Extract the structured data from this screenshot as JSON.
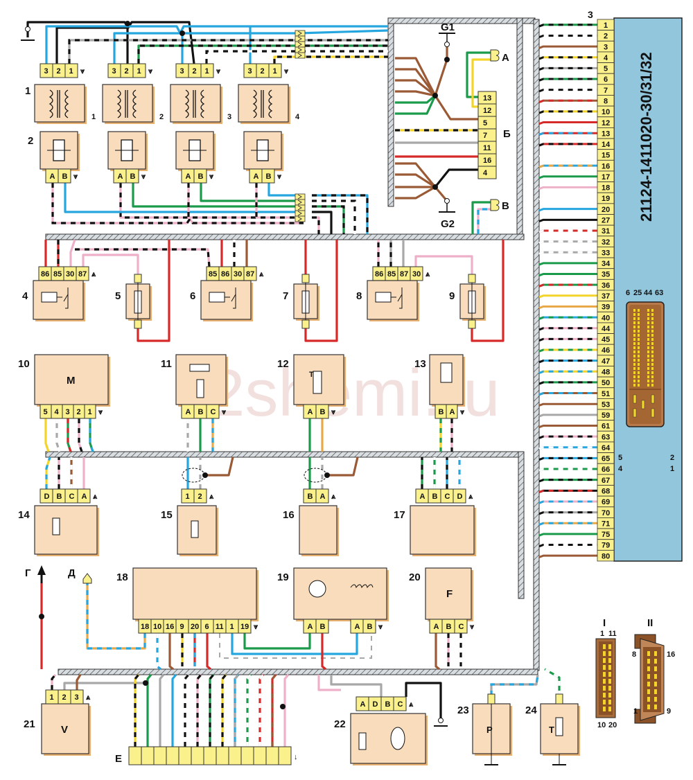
{
  "diagram": {
    "watermark": "2shemi.ru",
    "colors": {
      "component_fill": "#f8dcbc",
      "connector_fill": "#faf08c",
      "ecu_fill": "#92c6dc",
      "harness": "#c8c8c8",
      "blue": "#26a6de",
      "black": "#111111",
      "green": "#1a9a4a",
      "brown": "#9a5a36",
      "red": "#d62a2a",
      "yellow": "#f2d42a",
      "pink": "#eeb0c8",
      "gray": "#a8a8a8",
      "orange": "#e8a848",
      "white": "#ffffff"
    },
    "ecu": {
      "number": "3",
      "part_number": "21124-1411020-30/31/32",
      "pins": [
        "1",
        "2",
        "3",
        "4",
        "5",
        "6",
        "7",
        "8",
        "10",
        "12",
        "13",
        "14",
        "15",
        "16",
        "17",
        "18",
        "19",
        "20",
        "27",
        "31",
        "32",
        "33",
        "34",
        "35",
        "36",
        "37",
        "39",
        "40",
        "44",
        "45",
        "46",
        "47",
        "48",
        "50",
        "51",
        "53",
        "59",
        "61",
        "63",
        "64",
        "65",
        "66",
        "67",
        "68",
        "69",
        "70",
        "71",
        "75",
        "79",
        "80"
      ],
      "connector_top_labels": [
        "6",
        "25",
        "44",
        "63"
      ],
      "connector_side_labels": {
        "left_top": "5",
        "left_bottom": "4",
        "right_top": "2",
        "right_bottom": "1"
      }
    },
    "ground_labels": {
      "g1": "G1",
      "g2": "G2"
    },
    "side_connector": {
      "label": "Б",
      "pins": [
        "13",
        "12",
        "5",
        "7",
        "11",
        "16",
        "4"
      ]
    },
    "outputs": {
      "a": "А",
      "b": "В",
      "g": "Г",
      "d": "Д",
      "e": "Е"
    },
    "components": [
      {
        "id": "1",
        "name": "ignition-coil",
        "pins": [
          "3",
          "2",
          "1"
        ],
        "cylinders": [
          "1",
          "2",
          "3",
          "4"
        ]
      },
      {
        "id": "2",
        "name": "injector",
        "pins": [
          "A",
          "B"
        ]
      },
      {
        "id": "4",
        "name": "relay",
        "pins": [
          "86",
          "85",
          "30",
          "87"
        ]
      },
      {
        "id": "5",
        "name": "fuse",
        "pins": []
      },
      {
        "id": "6",
        "name": "relay",
        "pins": [
          "85",
          "86",
          "30",
          "87"
        ]
      },
      {
        "id": "7",
        "name": "fuse",
        "pins": []
      },
      {
        "id": "8",
        "name": "relay",
        "pins": [
          "86",
          "85",
          "87",
          "30"
        ]
      },
      {
        "id": "9",
        "name": "fuse",
        "pins": []
      },
      {
        "id": "10",
        "name": "motor",
        "symbol": "M",
        "pins": [
          "5",
          "4",
          "3",
          "2",
          "1"
        ]
      },
      {
        "id": "11",
        "name": "throttle-position-sensor",
        "pins": [
          "A",
          "B",
          "C"
        ]
      },
      {
        "id": "12",
        "name": "coolant-temp-sensor",
        "pins": [
          "A",
          "B"
        ]
      },
      {
        "id": "13",
        "name": "sensor",
        "pins": [
          "B",
          "A"
        ]
      },
      {
        "id": "14",
        "name": "oxygen-sensor",
        "pins": [
          "D",
          "B",
          "C",
          "A"
        ]
      },
      {
        "id": "15",
        "name": "knock-sensor",
        "pins": [
          "1",
          "2"
        ]
      },
      {
        "id": "16",
        "name": "crankshaft-sensor",
        "pins": [
          "B",
          "A"
        ]
      },
      {
        "id": "17",
        "name": "idle-air-controller",
        "pins": [
          "A",
          "B",
          "C",
          "D"
        ]
      },
      {
        "id": "18",
        "name": "instrument-cluster",
        "pins": [
          "18",
          "10",
          "16",
          "9",
          "20",
          "6",
          "11",
          "1",
          "19"
        ]
      },
      {
        "id": "19",
        "name": "immobilizer",
        "pins": [
          "A",
          "B",
          "A",
          "B"
        ]
      },
      {
        "id": "20",
        "name": "fuel-pump",
        "symbol": "F",
        "pins": [
          "A",
          "B",
          "C"
        ]
      },
      {
        "id": "21",
        "name": "speed-sensor",
        "symbol": "V",
        "pins": [
          "1",
          "2",
          "3"
        ]
      },
      {
        "id": "22",
        "name": "throttle-actuator",
        "pins": [
          "A",
          "D",
          "B",
          "C"
        ]
      },
      {
        "id": "23",
        "name": "pressure-switch",
        "symbol": "P",
        "pins": []
      },
      {
        "id": "24",
        "name": "temp-sensor",
        "symbol": "T",
        "pins": []
      }
    ],
    "connector_views": [
      {
        "id": "I",
        "top_labels": [
          "1",
          "11"
        ],
        "bottom_labels": [
          "10",
          "20"
        ]
      },
      {
        "id": "II",
        "left_labels": [
          "8",
          "1"
        ],
        "right_labels": [
          "16",
          "9"
        ]
      }
    ]
  }
}
